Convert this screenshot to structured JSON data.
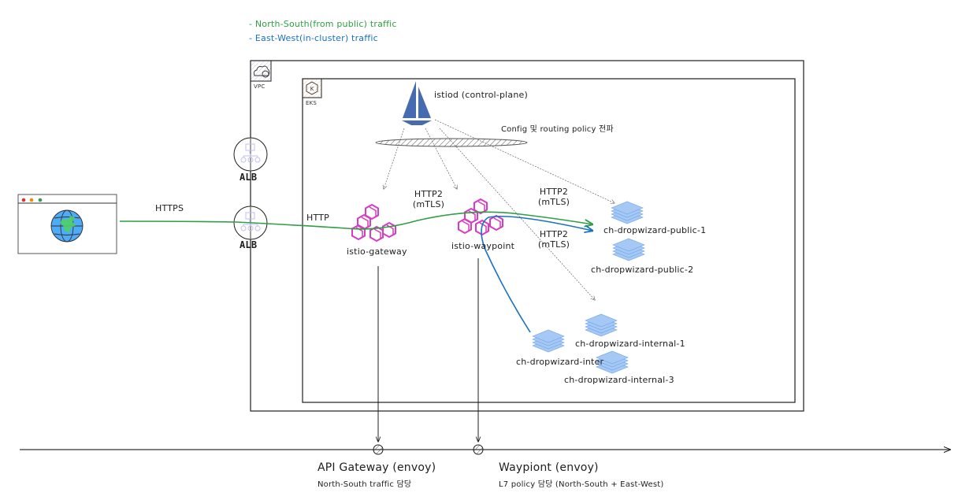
{
  "legend": {
    "north_south": "- North-South(from public) traffic",
    "east_west": "- East-West(in-cluster) traffic",
    "north_south_color": "#2f9e44",
    "east_west_color": "#1971c2"
  },
  "containers": {
    "vpc_label": "VPC",
    "eks_label": "EKS"
  },
  "control_plane": {
    "label": "istiod (control-plane)",
    "propagation_label": "Config 및 routing policy 전파"
  },
  "client": {
    "icon": "browser-globe-icon",
    "protocol_label": "HTTPS"
  },
  "load_balancers": [
    {
      "label": "ALB"
    },
    {
      "label": "ALB"
    }
  ],
  "edges": {
    "alb_to_gateway": "HTTP",
    "gateway_to_waypoint": [
      "HTTP2",
      "(mTLS)"
    ],
    "waypoint_to_public_green": [
      "HTTP2",
      "(mTLS)"
    ],
    "waypoint_to_public_blue": [
      "HTTP2",
      "(mTLS)"
    ]
  },
  "proxies": {
    "gateway": "istio-gateway",
    "waypoint": "istio-waypoint"
  },
  "services": {
    "public": [
      "ch-dropwizard-public-1",
      "ch-dropwizard-public-2"
    ],
    "internal": [
      "ch-dropwizard-internal-1",
      "ch-dropwizard-inter",
      "ch-dropwizard-internal-3"
    ]
  },
  "timeline": {
    "gateway_title": "API Gateway (envoy)",
    "gateway_desc": "North-South traffic 담당",
    "waypoint_title": "Waypiont (envoy)",
    "waypoint_desc": "L7 policy 담당 (North-South + East-West)"
  },
  "colors": {
    "istio_pink": "#d63cc4",
    "istio_blue": "#466bb0",
    "service_blue": "#a5c8f5",
    "stroke": "#1e1e1e"
  }
}
